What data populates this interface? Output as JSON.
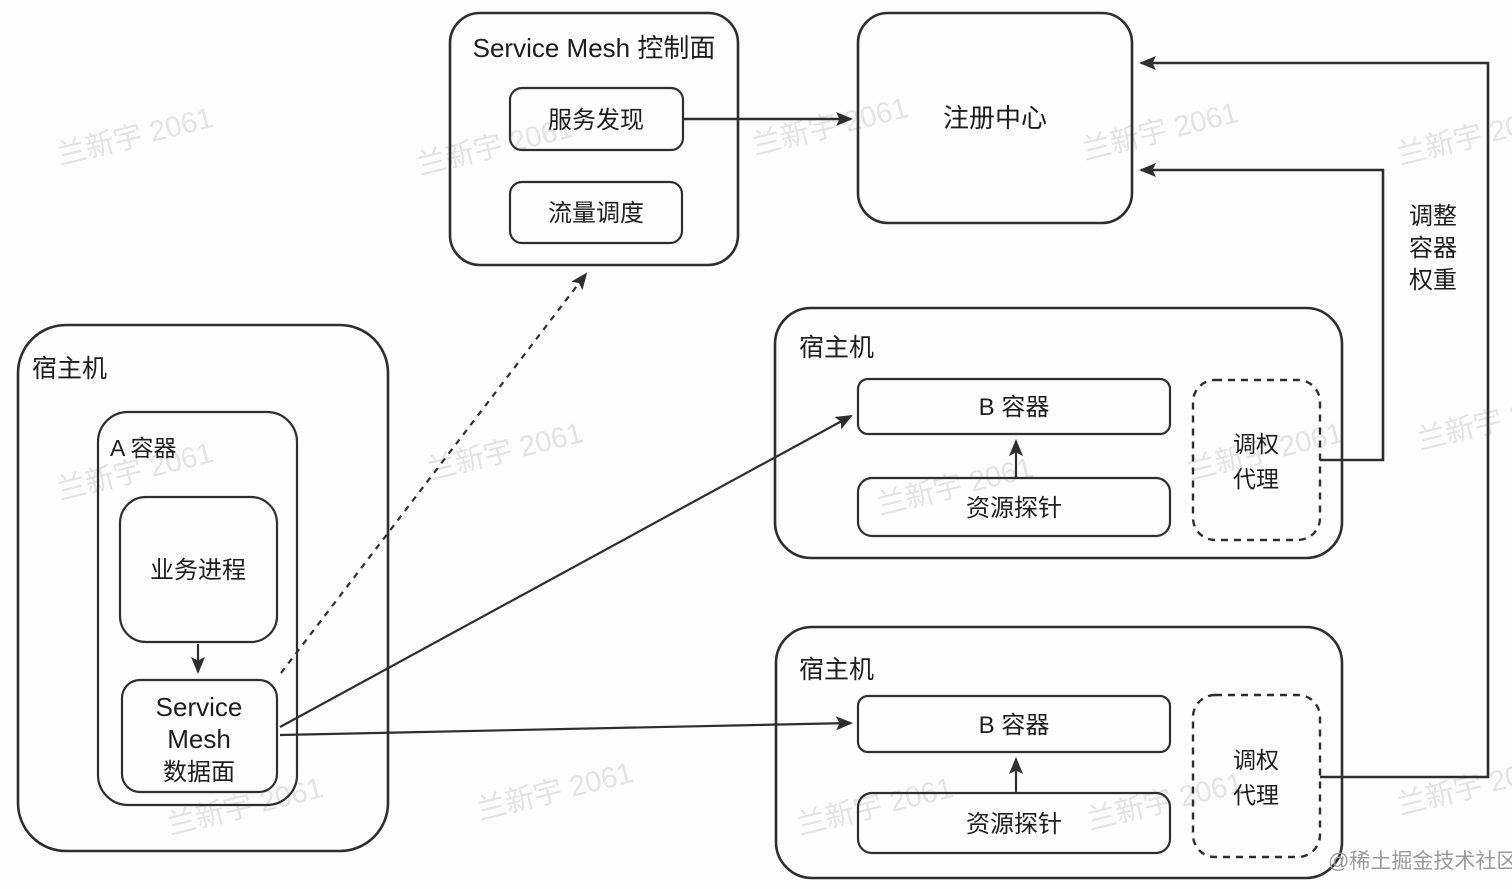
{
  "colors": {
    "line": "#2e2e2e",
    "text": "#1d1d1d",
    "watermark": "#e4e4e4",
    "credit": "#9a9a9a",
    "background": "#fdfdfd"
  },
  "watermark": {
    "tile_text": "兰新宇 2061",
    "credit": "@稀土掘金技术社区"
  },
  "control_plane": {
    "title": "Service Mesh 控制面",
    "service_discovery": "服务发现",
    "traffic_scheduling": "流量调度"
  },
  "registry": {
    "label": "注册中心"
  },
  "left_host": {
    "label": "宿主机",
    "container_label": "A 容器",
    "process": "业务进程",
    "mesh_lines": [
      "Service",
      "Mesh",
      "数据面"
    ]
  },
  "middle_host": {
    "label": "宿主机",
    "container": "B 容器",
    "probe": "资源探针",
    "agent_lines": [
      "调权",
      "代理"
    ]
  },
  "bottom_host": {
    "label": "宿主机",
    "container": "B 容器",
    "probe": "资源探针",
    "agent_lines": [
      "调权",
      "代理"
    ]
  },
  "annotations": {
    "adjust_lines": [
      "调整",
      "容器",
      "权重"
    ]
  }
}
